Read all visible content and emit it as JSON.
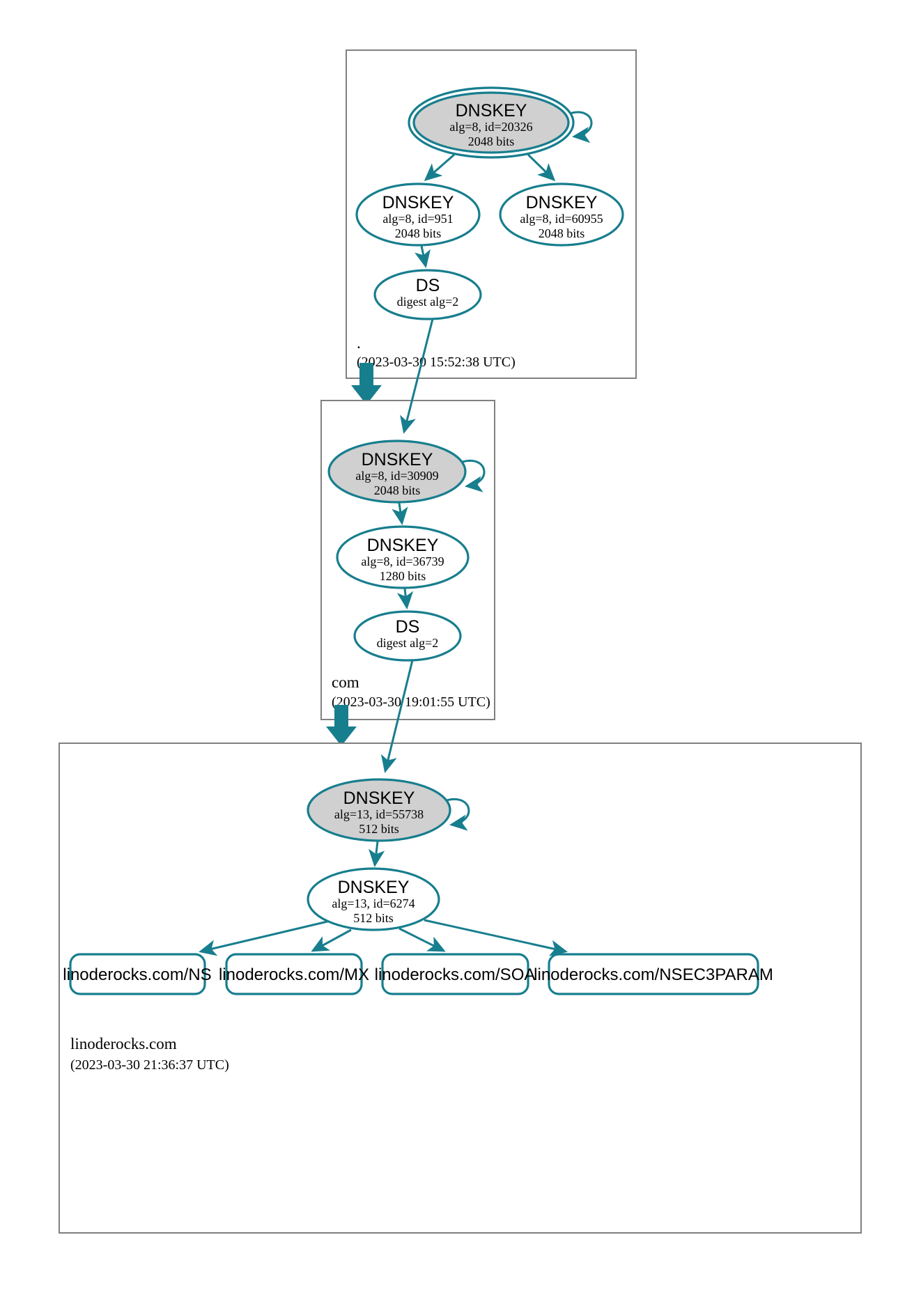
{
  "diagram": {
    "type": "dnssec-authentication-chain",
    "accent_color": "#177e8e",
    "secure_fill": "#d0d0d0",
    "zone_border_color": "#808080"
  },
  "zones": [
    {
      "id": "root",
      "label": ".",
      "timestamp": "(2023-03-30 15:52:38 UTC)",
      "nodes": [
        {
          "id": "root-ksk",
          "type": "DNSKEY",
          "title": "DNSKEY",
          "line1": "alg=8, id=20326",
          "line2": "2048 bits",
          "trust_anchor": true,
          "secure": true,
          "self_sign": true
        },
        {
          "id": "root-zsk-951",
          "type": "DNSKEY",
          "title": "DNSKEY",
          "line1": "alg=8, id=951",
          "line2": "2048 bits",
          "trust_anchor": false,
          "secure": false,
          "self_sign": false
        },
        {
          "id": "root-zsk-60955",
          "type": "DNSKEY",
          "title": "DNSKEY",
          "line1": "alg=8, id=60955",
          "line2": "2048 bits",
          "trust_anchor": false,
          "secure": false,
          "self_sign": false
        },
        {
          "id": "root-ds",
          "type": "DS",
          "title": "DS",
          "line1": "digest alg=2",
          "line2": "",
          "trust_anchor": false,
          "secure": false,
          "self_sign": false
        }
      ]
    },
    {
      "id": "com",
      "label": "com",
      "timestamp": "(2023-03-30 19:01:55 UTC)",
      "nodes": [
        {
          "id": "com-ksk",
          "type": "DNSKEY",
          "title": "DNSKEY",
          "line1": "alg=8, id=30909",
          "line2": "2048 bits",
          "trust_anchor": false,
          "secure": true,
          "self_sign": true
        },
        {
          "id": "com-zsk",
          "type": "DNSKEY",
          "title": "DNSKEY",
          "line1": "alg=8, id=36739",
          "line2": "1280 bits",
          "trust_anchor": false,
          "secure": false,
          "self_sign": false
        },
        {
          "id": "com-ds",
          "type": "DS",
          "title": "DS",
          "line1": "digest alg=2",
          "line2": "",
          "trust_anchor": false,
          "secure": false,
          "self_sign": false
        }
      ]
    },
    {
      "id": "linoderocks",
      "label": "linoderocks.com",
      "timestamp": "(2023-03-30 21:36:37 UTC)",
      "nodes": [
        {
          "id": "lr-ksk",
          "type": "DNSKEY",
          "title": "DNSKEY",
          "line1": "alg=13, id=55738",
          "line2": "512 bits",
          "trust_anchor": false,
          "secure": true,
          "self_sign": true
        },
        {
          "id": "lr-zsk",
          "type": "DNSKEY",
          "title": "DNSKEY",
          "line1": "alg=13, id=6274",
          "line2": "512 bits",
          "trust_anchor": false,
          "secure": false,
          "self_sign": false
        }
      ],
      "rrsets": [
        {
          "id": "rr-ns",
          "label": "linoderocks.com/NS"
        },
        {
          "id": "rr-mx",
          "label": "linoderocks.com/MX"
        },
        {
          "id": "rr-soa",
          "label": "linoderocks.com/SOA"
        },
        {
          "id": "rr-nsec3param",
          "label": "linoderocks.com/NSEC3PARAM"
        }
      ]
    }
  ]
}
